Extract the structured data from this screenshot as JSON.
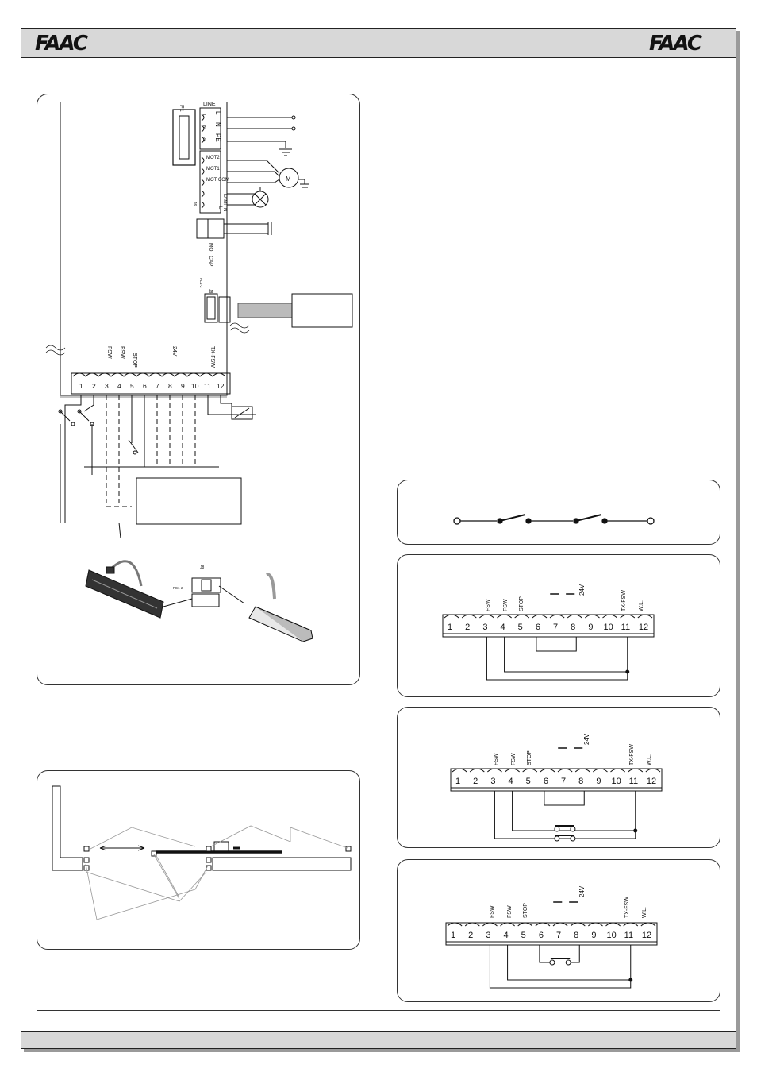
{
  "brand": {
    "logo_left": "FAAC",
    "logo_right": "FAAC"
  },
  "main_board": {
    "fuse_label": "F1",
    "power_block": {
      "header": "LINE",
      "terminals": [
        "L",
        "N",
        "PE"
      ],
      "small_labels": [
        "L",
        "N",
        "PE"
      ]
    },
    "motor_block": {
      "terminals": [
        "MOT2",
        "MOT1",
        "MOT COM",
        "LAMP N",
        "L"
      ],
      "connector": "J6",
      "motor_symbol": "M"
    },
    "capacitor_label": "MOT CAP",
    "encoder_connector": {
      "name": "J8",
      "label": "FC1-2"
    },
    "terminal_labels": [
      "FSW",
      "FSW",
      "STOP",
      "24V",
      "TX-FSW"
    ],
    "terminal_numbers": [
      "1",
      "2",
      "3",
      "4",
      "5",
      "6",
      "7",
      "8",
      "9",
      "10",
      "11",
      "12"
    ]
  },
  "accessory": {
    "connector": "J8",
    "label": "FC1-2"
  },
  "photocell_layout": {},
  "series_diagram": {},
  "wiring_diagrams": [
    {
      "labels": [
        "FSW",
        "FSW",
        "STOP",
        "24V",
        "TX-FSW",
        "W.L."
      ],
      "numbers": [
        "1",
        "2",
        "3",
        "4",
        "5",
        "6",
        "7",
        "8",
        "9",
        "10",
        "11",
        "12"
      ]
    },
    {
      "labels": [
        "FSW",
        "FSW",
        "STOP",
        "24V",
        "TX-FSW",
        "W.L."
      ],
      "numbers": [
        "1",
        "2",
        "3",
        "4",
        "5",
        "6",
        "7",
        "8",
        "9",
        "10",
        "11",
        "12"
      ]
    },
    {
      "labels": [
        "FSW",
        "FSW",
        "STOP",
        "24V",
        "TX-FSW",
        "W.L."
      ],
      "numbers": [
        "1",
        "2",
        "3",
        "4",
        "5",
        "6",
        "7",
        "8",
        "9",
        "10",
        "11",
        "12"
      ]
    }
  ]
}
